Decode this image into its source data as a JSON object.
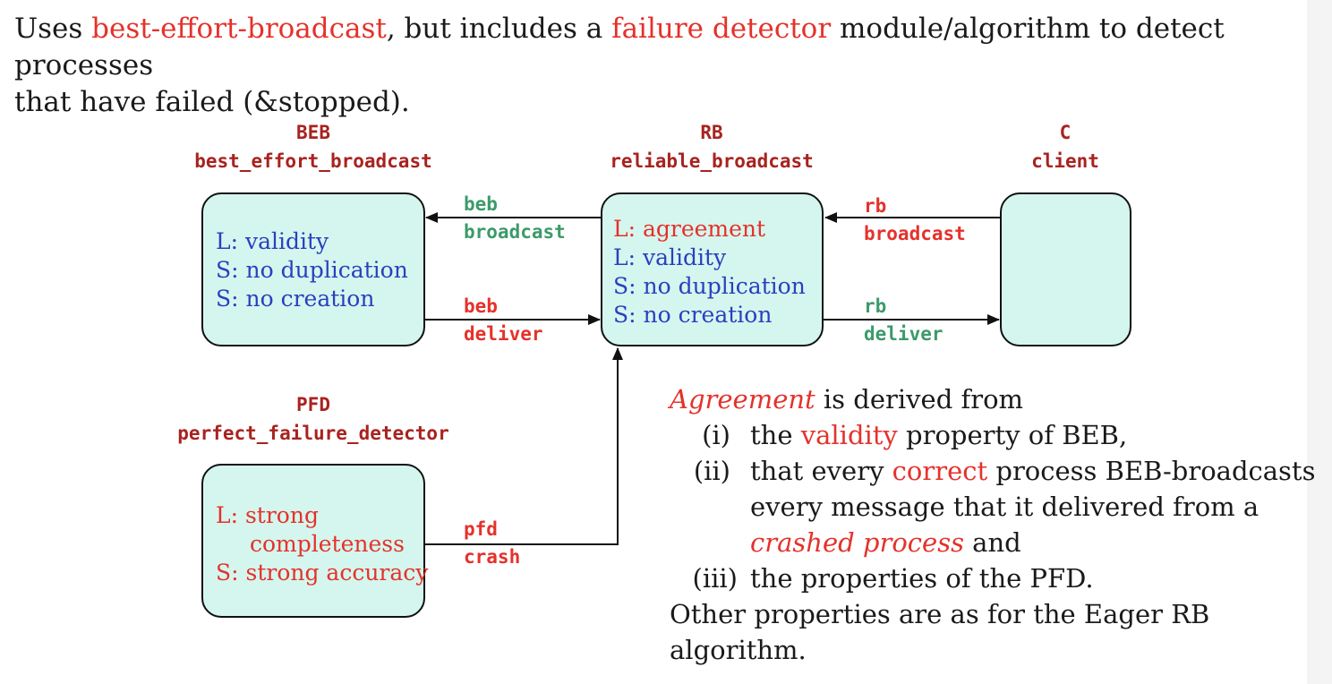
{
  "intro": {
    "p1": "Uses ",
    "beb": "best-effort-broadcast",
    "p2": ", but includes a ",
    "fd": "failure detector",
    "p3": " module/algorithm to detect processes",
    "line2": "that have failed (&stopped)."
  },
  "modules": {
    "beb": {
      "abbr": "BEB",
      "name": "best_effort_broadcast",
      "props": [
        "L: validity",
        "S: no duplication",
        "S: no creation"
      ]
    },
    "rb": {
      "abbr": "RB",
      "name": "reliable_broadcast",
      "props": [
        "L: agreement",
        "L: validity",
        "S: no duplication",
        "S: no creation"
      ]
    },
    "client": {
      "abbr": "C",
      "name": "client"
    },
    "pfd": {
      "abbr": "PFD",
      "name": "perfect_failure_detector",
      "props": [
        "L: strong",
        "completeness",
        "S: strong accuracy"
      ]
    }
  },
  "edges": {
    "beb_broadcast": [
      "beb",
      "broadcast"
    ],
    "beb_deliver": [
      "beb",
      "deliver"
    ],
    "rb_broadcast": [
      "rb",
      "broadcast"
    ],
    "rb_deliver": [
      "rb",
      "deliver"
    ],
    "pfd_crash": [
      "pfd",
      "crash"
    ]
  },
  "explanation": {
    "agreement": "Agreement",
    "derived": " is derived from",
    "i_num": "(i)",
    "i_a": "the ",
    "i_validity": "validity",
    "i_b": " property of BEB,",
    "ii_num": "(ii)",
    "ii_a": "that every ",
    "ii_correct": "correct",
    "ii_b": " process BEB-broadcasts",
    "ii_line2": "every message that it delivered from a",
    "ii_crashed": "crashed process",
    "ii_and": " and",
    "iii_num": "(iii)",
    "iii_text": "the properties of the PFD.",
    "other1": "Other properties are as for the Eager RB",
    "other2": "algorithm."
  },
  "colors": {
    "box_fill": "#d5f6ee",
    "title_red": "#a8231f",
    "accent_red": "#e4322b",
    "prop_blue": "#2b3fbf",
    "edge_green": "#3d9a6b"
  }
}
